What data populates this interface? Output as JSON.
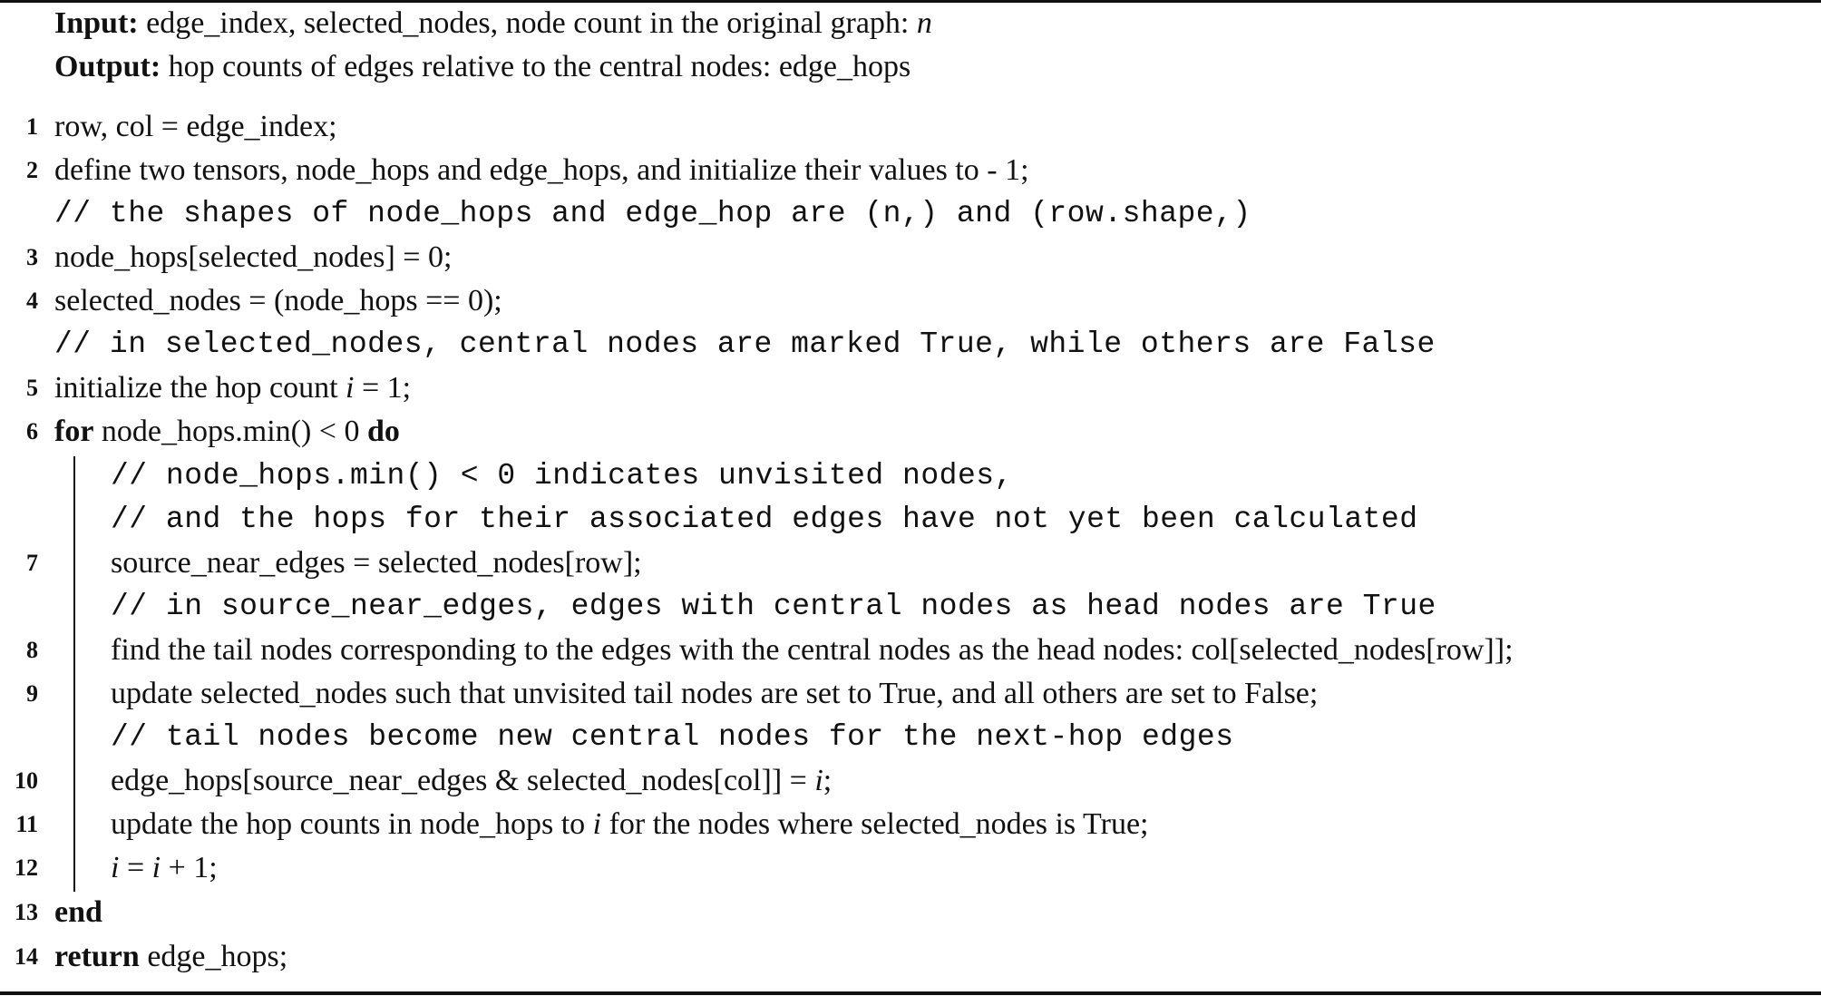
{
  "algorithm": {
    "input": {
      "label": "Input:",
      "text": "edge_index, selected_nodes, node count in the original graph: ",
      "var": "n"
    },
    "output": {
      "label": "Output:",
      "text": "hop counts of edges relative to the central nodes: edge_hops"
    },
    "lines": {
      "l1": {
        "num": "1",
        "text": "row, col = edge_index;"
      },
      "l2": {
        "num": "2",
        "text": "define two tensors, node_hops and edge_hops, and initialize their values to - 1;"
      },
      "c2": "// the shapes of node_hops and edge_hop are (n,) and (row.shape,)",
      "l3": {
        "num": "3",
        "text": "node_hops[selected_nodes] = 0;"
      },
      "l4": {
        "num": "4",
        "text": "selected_nodes = (node_hops == 0);"
      },
      "c4": "// in selected_nodes, central nodes are marked True, while others are False",
      "l5": {
        "num": "5",
        "pre": "initialize the hop count ",
        "var": "i",
        "post": " = 1;"
      },
      "l6": {
        "num": "6",
        "kw_for": "for",
        "cond": " node_hops.min() < 0 ",
        "kw_do": "do"
      },
      "c6a": "// node_hops.min() < 0 indicates unvisited nodes,",
      "c6b": "// and the hops for their associated edges have not yet been calculated",
      "l7": {
        "num": "7",
        "text": "source_near_edges = selected_nodes[row];"
      },
      "c7": "// in source_near_edges, edges with central nodes as head nodes are True",
      "l8": {
        "num": "8",
        "text": "find the tail nodes corresponding to the edges with the central nodes as the head nodes: col[selected_nodes[row]];"
      },
      "l9": {
        "num": "9",
        "text": "update selected_nodes such that unvisited tail nodes are set to True, and all others are set to False;"
      },
      "c9": "// tail nodes become new central nodes for the next-hop edges",
      "l10": {
        "num": "10",
        "pre": "edge_hops[source_near_edges & selected_nodes[col]] = ",
        "var": "i",
        "post": ";"
      },
      "l11": {
        "num": "11",
        "pre": "update the hop counts in node_hops to ",
        "var": "i",
        "post": " for the nodes where selected_nodes is True;"
      },
      "l12": {
        "num": "12",
        "var1": "i",
        "mid": " = ",
        "var2": "i",
        "post": " + 1;"
      },
      "l13": {
        "num": "13",
        "kw": "end"
      },
      "l14": {
        "num": "14",
        "kw": "return",
        "text": " edge_hops;"
      }
    }
  }
}
